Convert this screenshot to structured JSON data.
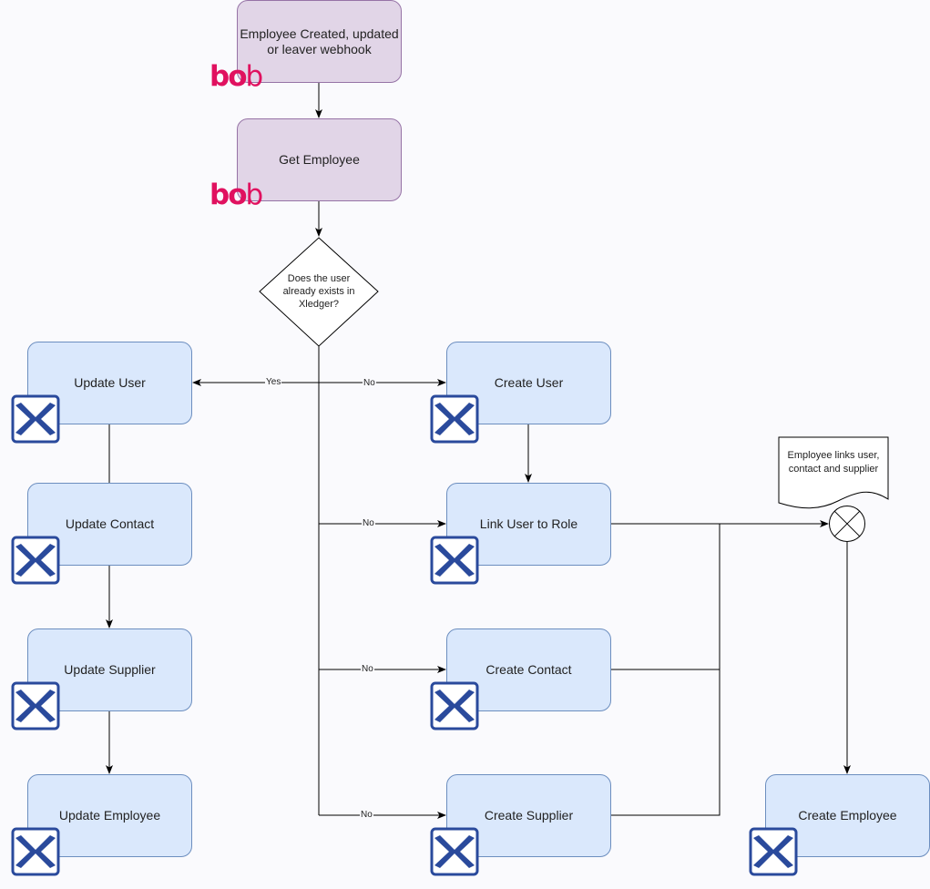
{
  "nodes": {
    "webhook": "Employee Created, updated or leaver webhook",
    "get_employee": "Get Employee",
    "decision": "Does the user already exists in Xledger?",
    "update_user": "Update User",
    "update_contact": "Update Contact",
    "update_supplier": "Update Supplier",
    "update_employee": "Update Employee",
    "create_user": "Create User",
    "link_role": "Link User to Role",
    "create_contact": "Create Contact",
    "create_supplier": "Create Supplier",
    "create_employee": "Create Employee",
    "note": "Employee links user, contact and supplier"
  },
  "edge_labels": {
    "yes": "Yes",
    "no_user": "No",
    "no_role": "No",
    "no_contact": "No",
    "no_supplier": "No"
  },
  "logos": {
    "bob_text_main": "bo",
    "bob_text_last": "b",
    "xledger_icon": "xledger-icon"
  },
  "colors": {
    "bob_fill": "#e1d5e7",
    "bob_stroke": "#9673a6",
    "xledger_fill": "#dae8fc",
    "xledger_stroke": "#6c8ebf",
    "bob_brand": "#e0115f",
    "xledger_brand": "#2a4a9c"
  }
}
